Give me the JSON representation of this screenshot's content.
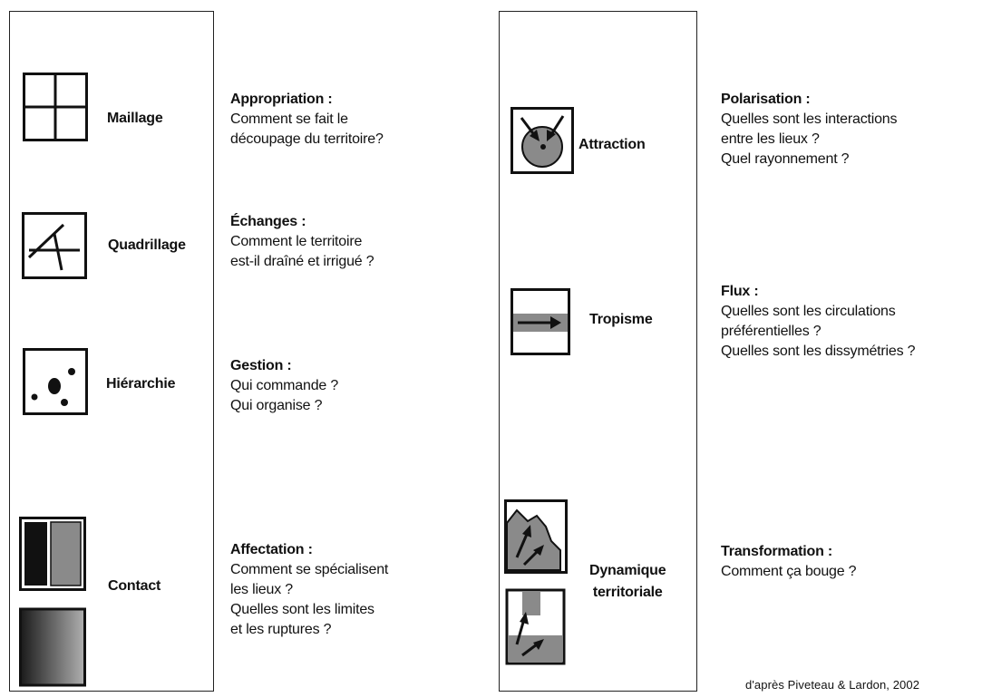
{
  "left_panel": {
    "items": [
      {
        "label": "Maillage",
        "icon": "grid-icon",
        "title": "Appropriation :",
        "lines": [
          "Comment se fait le",
          "découpage du territoire?"
        ]
      },
      {
        "label": "Quadrillage",
        "icon": "crossing-lines-icon",
        "title": "Échanges :",
        "lines": [
          "Comment le territoire",
          "est-il draîné et irrigué ?"
        ]
      },
      {
        "label": "Hiérarchie",
        "icon": "dots-hierarchy-icon",
        "title": "Gestion :",
        "lines": [
          "Qui commande ?",
          "Qui organise ?"
        ]
      },
      {
        "label": "Contact",
        "icon": "contact-gradient-icon",
        "title": "Affectation :",
        "lines": [
          "Comment se spécialisent",
          "les lieux ?",
          "Quelles sont les limites",
          "et les ruptures ?"
        ]
      }
    ]
  },
  "right_panel": {
    "items": [
      {
        "label": "Attraction",
        "icon": "attraction-arrows-icon",
        "title": "Polarisation :",
        "lines": [
          "Quelles sont les interactions",
          "entre les lieux ?",
          "Quel rayonnement ?"
        ]
      },
      {
        "label": "Tropisme",
        "icon": "arrow-band-icon",
        "title": "Flux :",
        "lines": [
          "Quelles sont les circulations",
          "préférentielles ?",
          "Quelles sont les dissymétries ?"
        ]
      },
      {
        "label_lines": [
          "Dynamique",
          "territoriale"
        ],
        "icon": "dynamic-arrows-icon",
        "title": "Transformation :",
        "lines": [
          "Comment ça bouge ?"
        ]
      }
    ]
  },
  "credit": "d'après Piveteau & Lardon, 2002",
  "colors": {
    "gray": "#8a8a8a",
    "ink": "#111111"
  }
}
